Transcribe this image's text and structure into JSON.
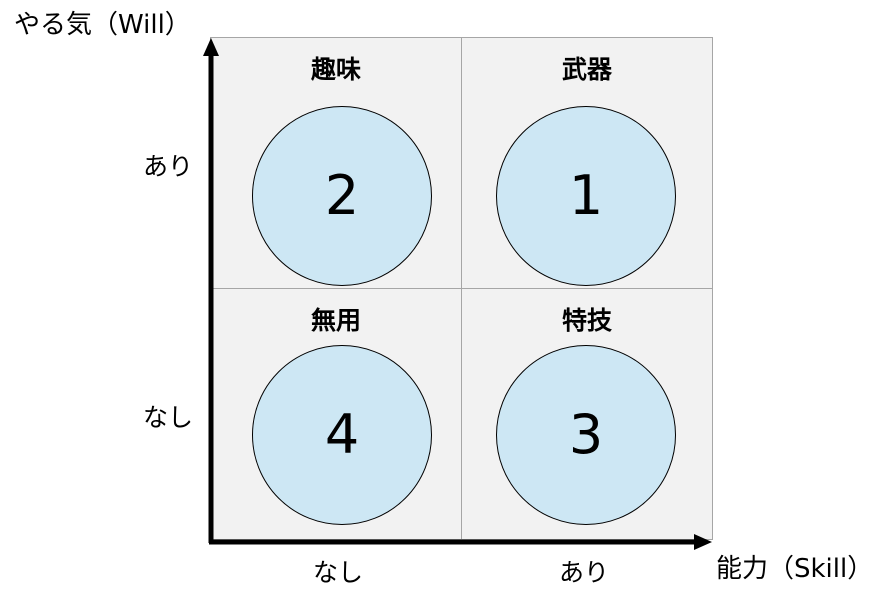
{
  "axes": {
    "y_title": "やる気（Will）",
    "x_title": "能力（Skill）",
    "y_high": "あり",
    "y_low": "なし",
    "x_low": "なし",
    "x_high": "あり"
  },
  "quadrants": {
    "top_left": {
      "title": "趣味",
      "number": "2"
    },
    "top_right": {
      "title": "武器",
      "number": "1"
    },
    "bottom_left": {
      "title": "無用",
      "number": "4"
    },
    "bottom_right": {
      "title": "特技",
      "number": "3"
    }
  },
  "colors": {
    "quadrant_fill": "#f2f2f2",
    "circle_fill": "#cde7f4",
    "axis": "#000000"
  }
}
